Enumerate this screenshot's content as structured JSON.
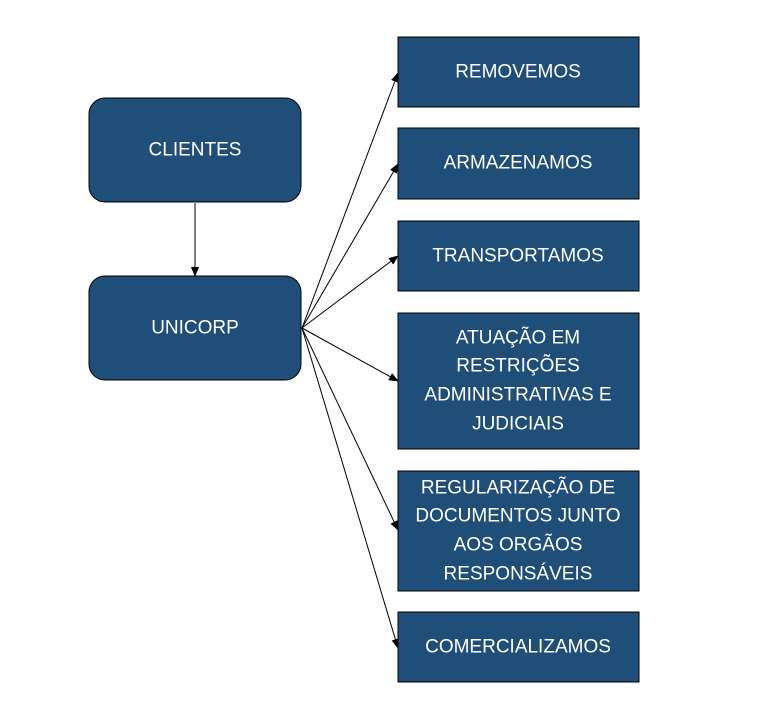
{
  "nodes": {
    "clientes": {
      "label": [
        "CLIENTES"
      ]
    },
    "unicorp": {
      "label": [
        "UNICORP"
      ]
    },
    "removemos": {
      "label": [
        "REMOVEMOS"
      ]
    },
    "armazenamos": {
      "label": [
        "ARMAZENAMOS"
      ]
    },
    "transportamos": {
      "label": [
        "TRANSPORTAMOS"
      ]
    },
    "atuacao": {
      "label": [
        "ATUAÇÃO EM",
        "RESTRIÇÕES",
        "ADMINISTRATIVAS E",
        "JUDICIAIS"
      ]
    },
    "regularizacao": {
      "label": [
        "REGULARIZAÇÃO DE",
        "DOCUMENTOS JUNTO",
        "AOS ORGÃOS",
        "RESPONSÁVEIS"
      ]
    },
    "comercializamos": {
      "label": [
        "COMERCIALIZAMOS"
      ]
    }
  },
  "edges": [
    {
      "from": "clientes",
      "to": "unicorp"
    },
    {
      "from": "unicorp",
      "to": "removemos"
    },
    {
      "from": "unicorp",
      "to": "armazenamos"
    },
    {
      "from": "unicorp",
      "to": "transportamos"
    },
    {
      "from": "unicorp",
      "to": "atuacao"
    },
    {
      "from": "unicorp",
      "to": "regularizacao"
    },
    {
      "from": "unicorp",
      "to": "comercializamos"
    }
  ],
  "colors": {
    "box_fill": "#1f4e79",
    "box_text": "#ffffff",
    "edge": "#000000"
  }
}
